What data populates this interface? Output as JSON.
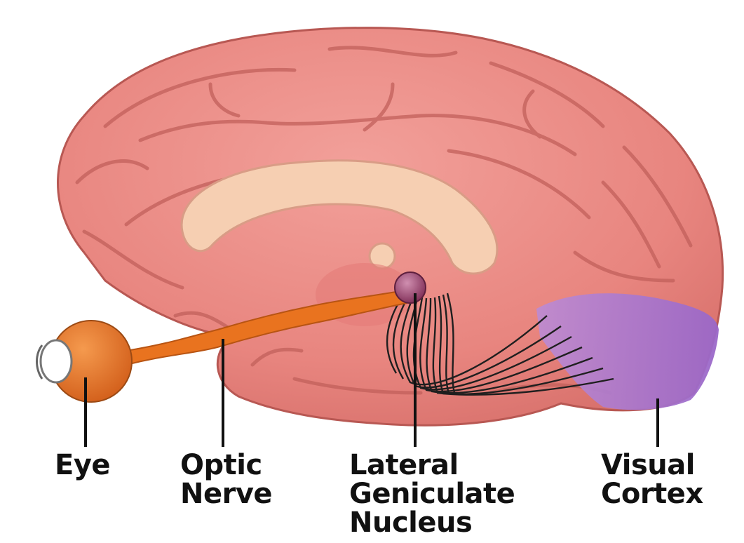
{
  "labels": {
    "eye": [
      "Eye"
    ],
    "optic_nerve": [
      "Optic",
      "Nerve"
    ],
    "lgn": [
      "Lateral",
      "Geniculate",
      "Nucleus"
    ],
    "visual_cortex": [
      "Visual",
      "Cortex"
    ]
  },
  "colors": {
    "brain": "#e88a86",
    "brain_dark": "#c9605e",
    "corpus_callosum": "#f5cdb0",
    "optic_nerve": "#e9731f",
    "eye": "#ea7a2a",
    "lgn": "#9b3f6a",
    "visual_cortex": "#a77ad0",
    "fibers": "#222222"
  }
}
